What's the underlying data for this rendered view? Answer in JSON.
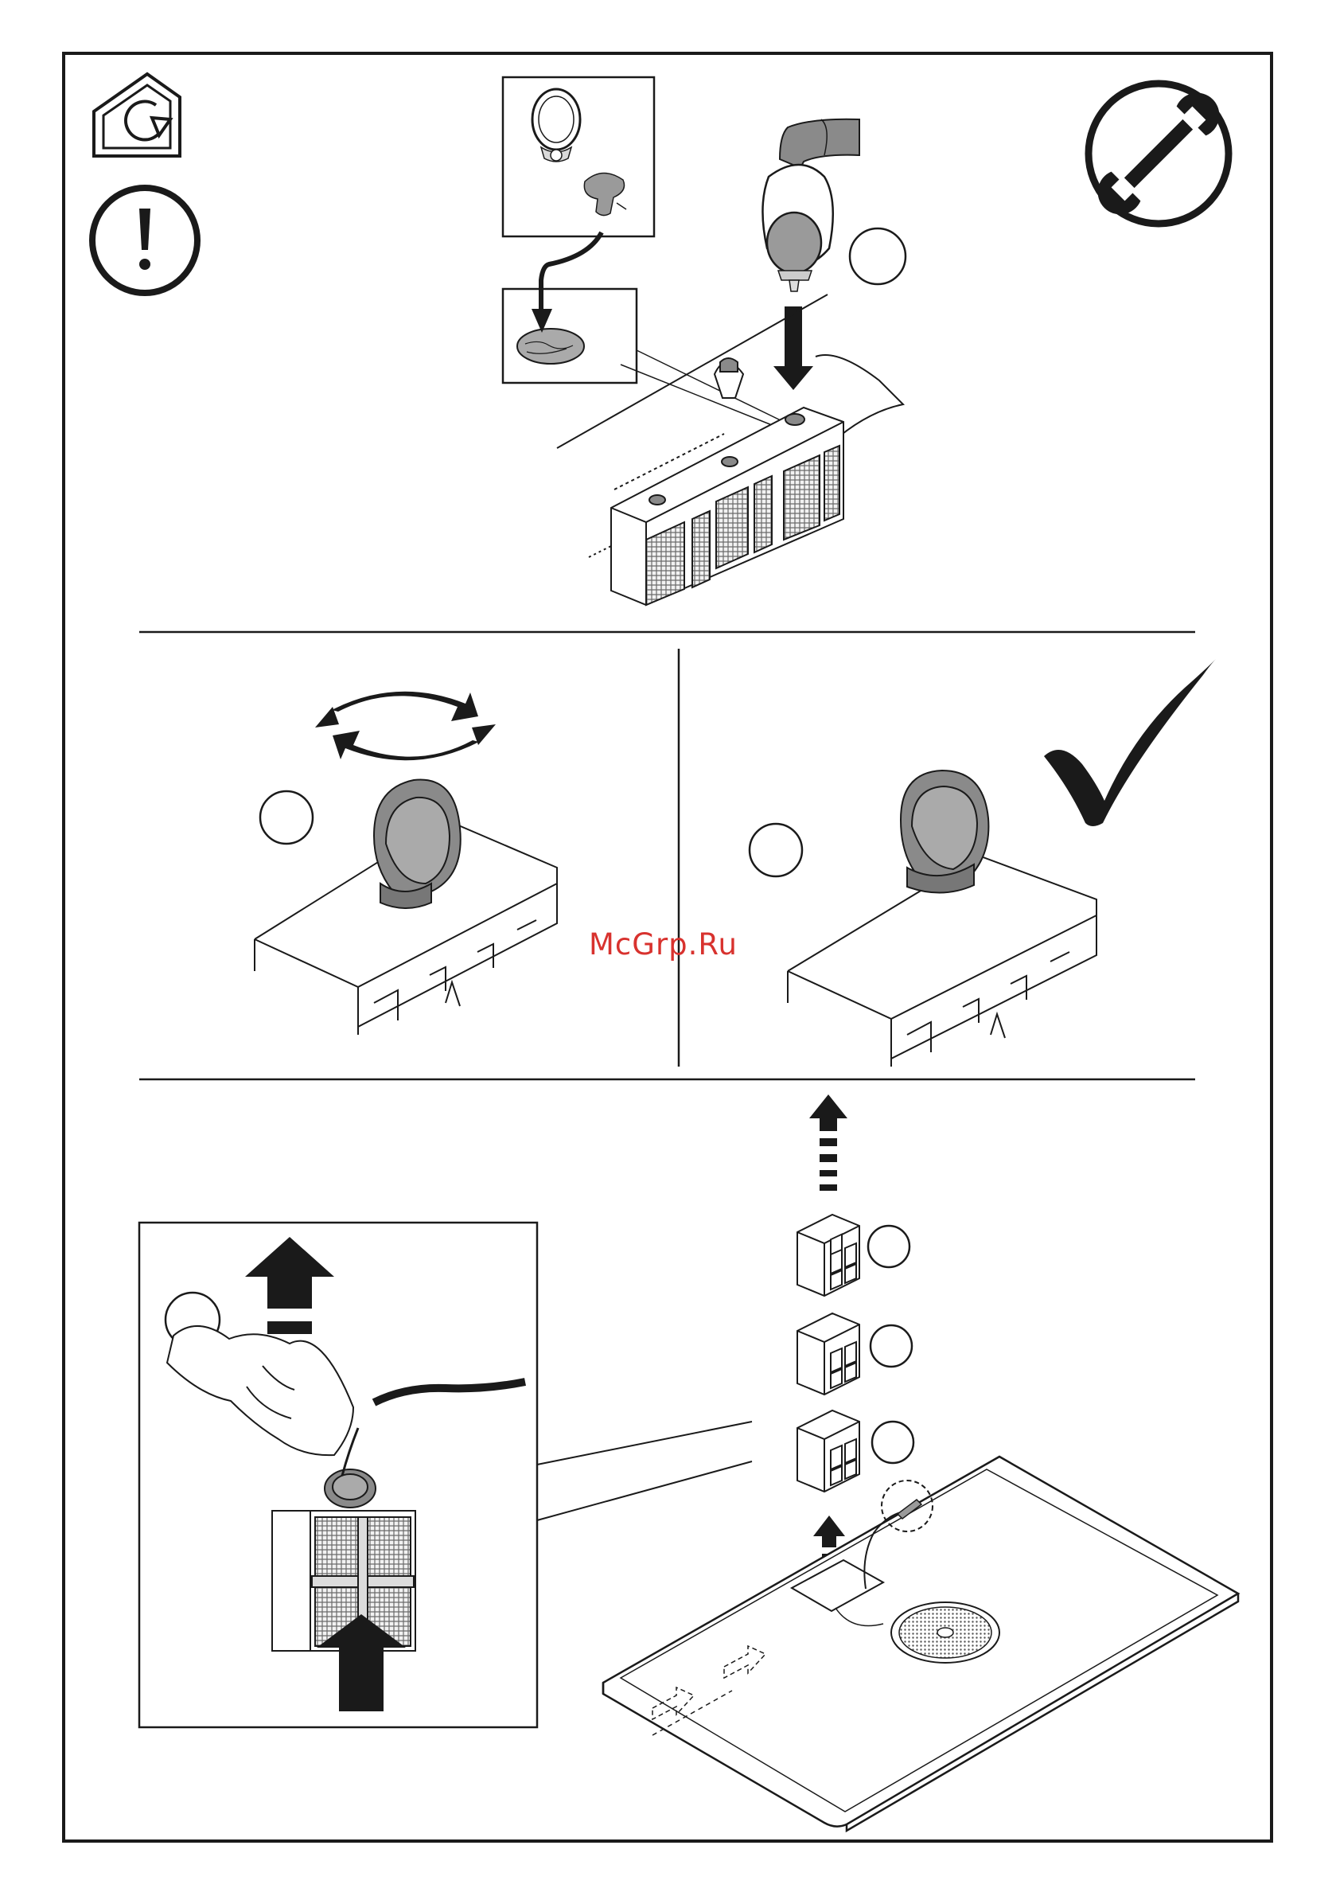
{
  "watermark": "McGrp.Ru",
  "colors": {
    "line": "#1a1a1a",
    "part_fill": "#8a8a8a",
    "part_dark": "#555555",
    "mesh": "#6a6a6a",
    "watermark": "#d8322e"
  },
  "icons": [
    "home-service-icon",
    "warning-icon",
    "wrench-icon",
    "rotate-arrows-icon",
    "checkmark-icon"
  ],
  "panels": [
    "filter-installation",
    "rotate-fan-cap",
    "fan-cap-locked",
    "filter-removal"
  ]
}
